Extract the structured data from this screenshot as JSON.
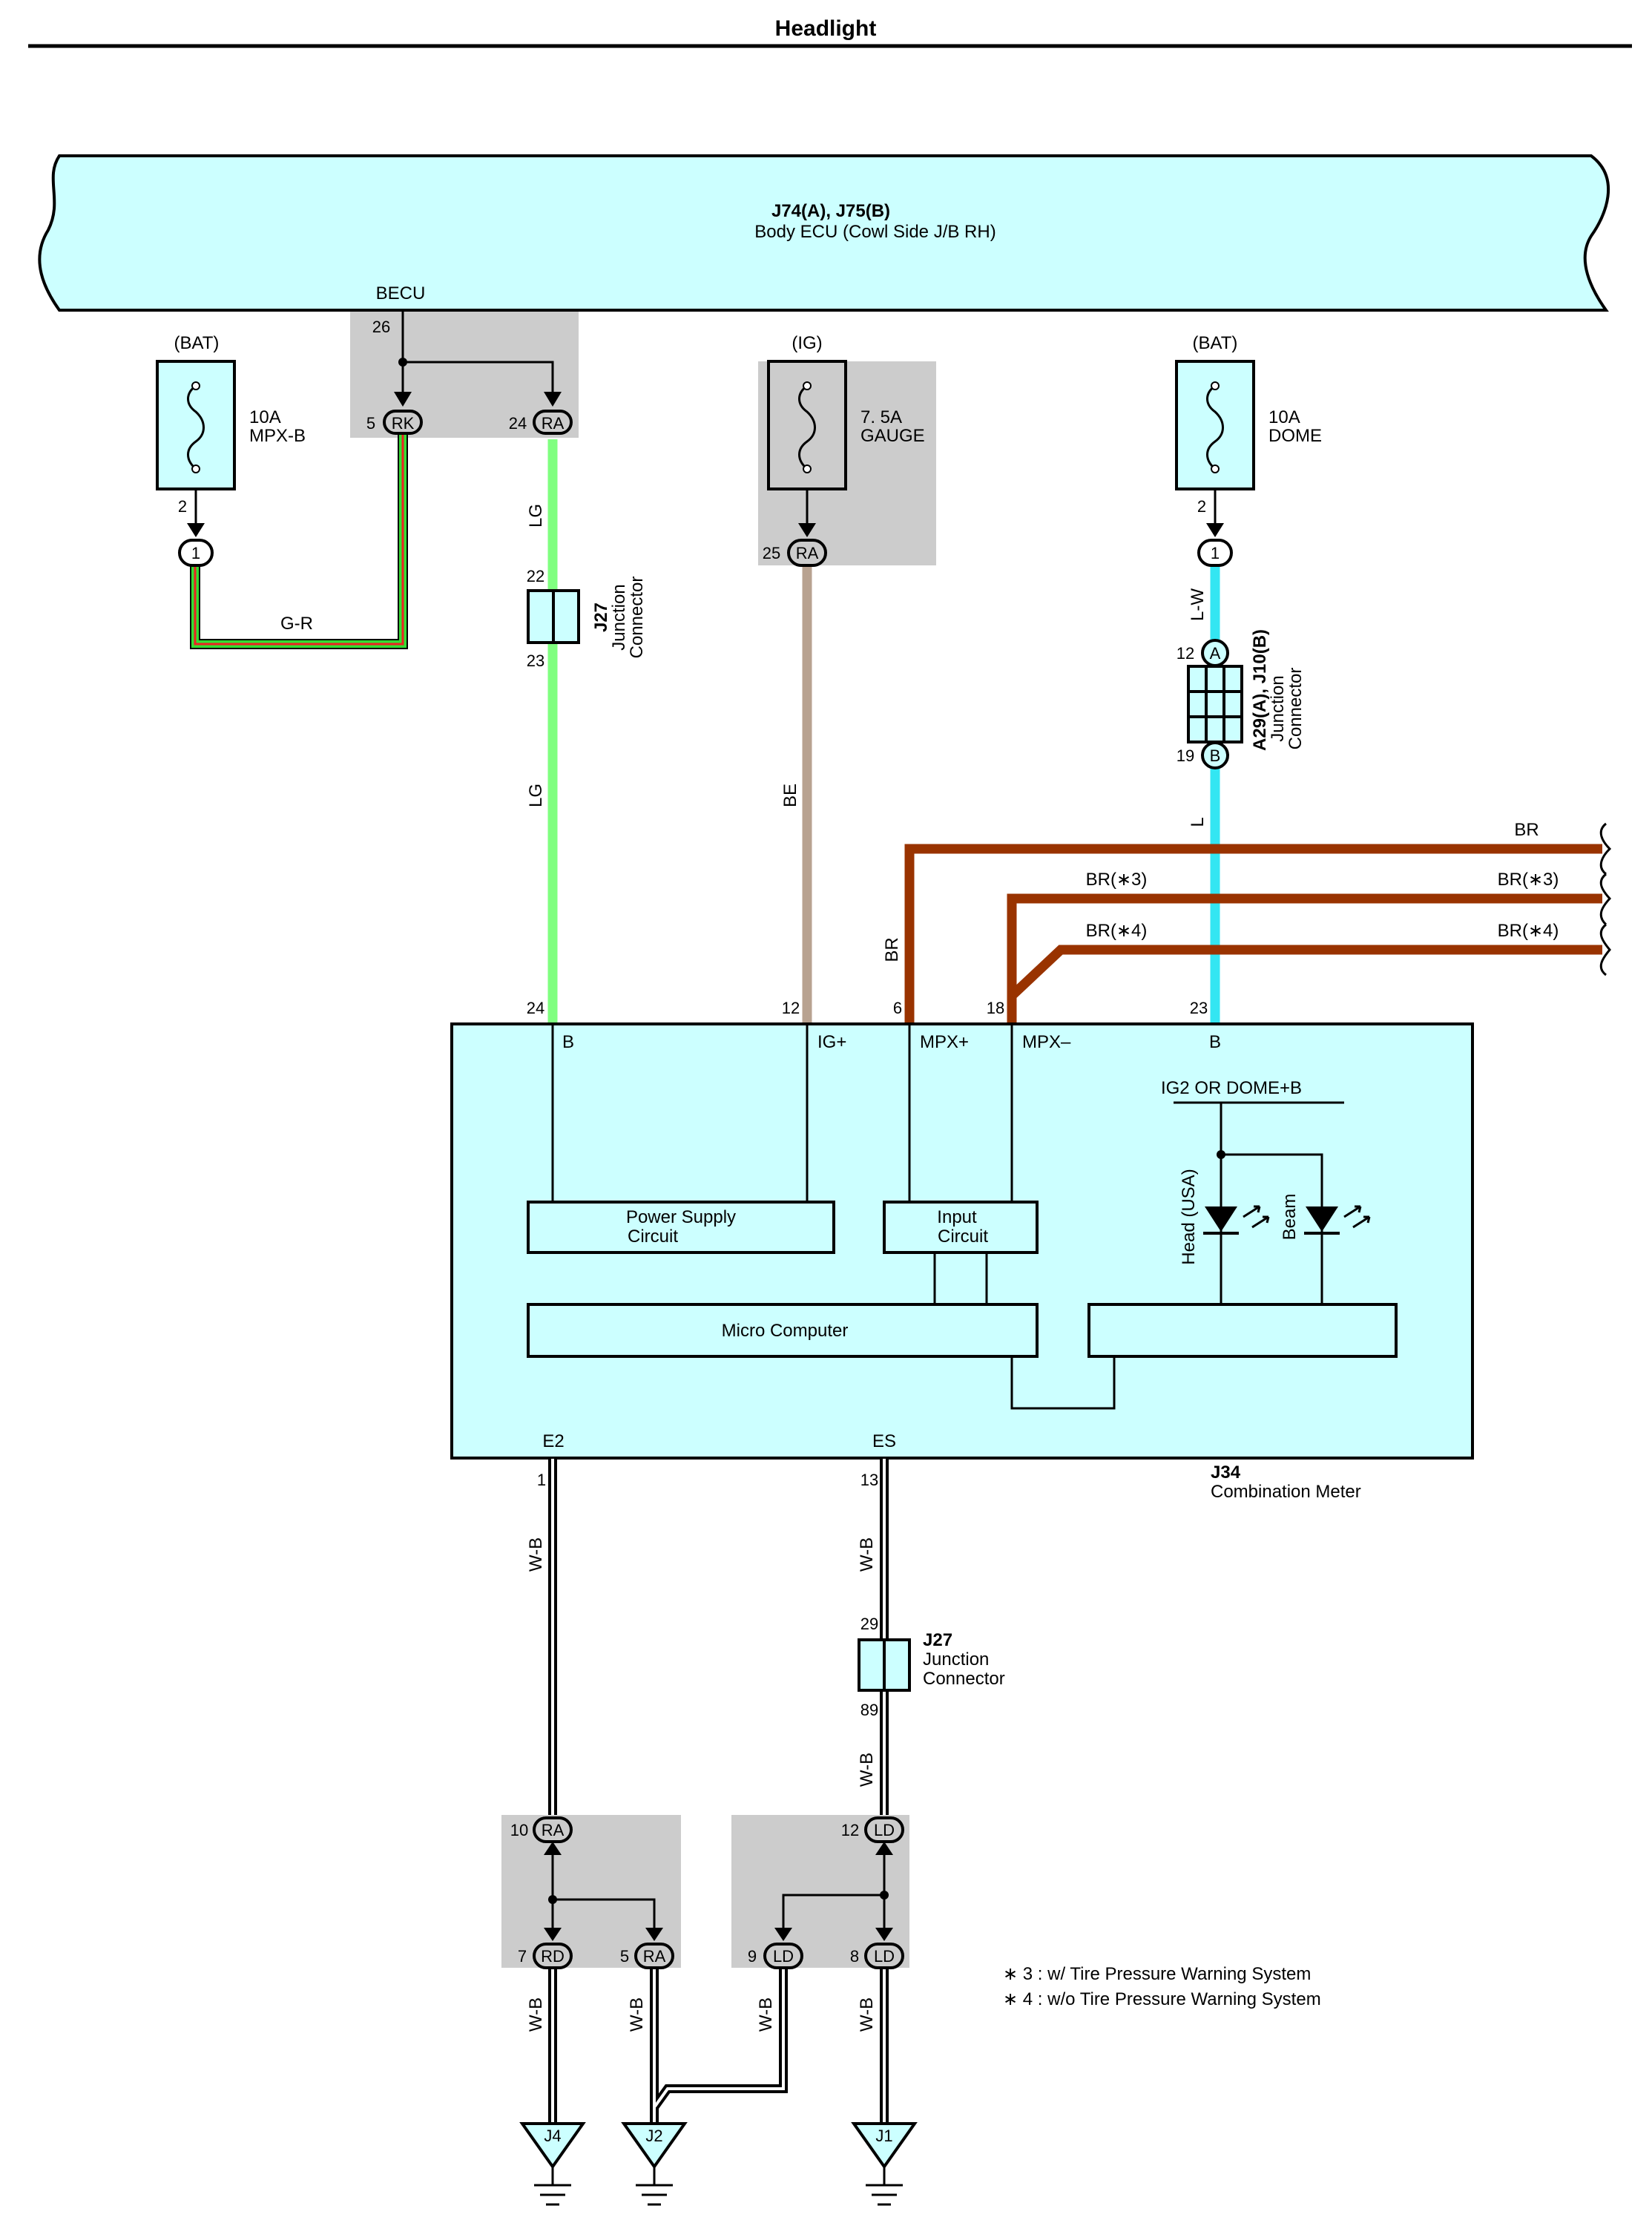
{
  "title": "Headlight",
  "ecu": {
    "ref": "J74(A), J75(B)",
    "name": "Body ECU (Cowl Side J/B RH)",
    "becu_label": "BECU",
    "becu_pin": "26",
    "rk_pin": "5",
    "rk_conn": "RK",
    "ra_pin": "24",
    "ra_conn": "RA"
  },
  "fuse_mpxb": {
    "source": "(BAT)",
    "rating": "10A",
    "name": "MPX-B",
    "pin": "2",
    "conn": "1"
  },
  "fuse_gauge": {
    "source": "(IG)",
    "rating": "7. 5A",
    "name": "GAUGE",
    "pin": "25",
    "conn": "RA"
  },
  "fuse_dome": {
    "source": "(BAT)",
    "rating": "10A",
    "name": "DOME",
    "pin": "2",
    "conn": "1"
  },
  "wires": {
    "gr": "G-R",
    "lg1": "LG",
    "lg2": "LG",
    "be": "BE",
    "lw": "L-W",
    "l": "L",
    "br_vert": "BR",
    "br_right": "BR",
    "br3_left": "BR(∗3)",
    "br3_right": "BR(∗3)",
    "br4_left": "BR(∗4)",
    "br4_right": "BR(∗4)",
    "wb1": "W-B",
    "wb2": "W-B",
    "wb3": "W-B",
    "wb4": "W-B",
    "wb5": "W-B",
    "wb6": "W-B"
  },
  "jc_j27_top": {
    "ref": "J27",
    "line1": "Junction",
    "line2": "Connector",
    "pin_in": "22",
    "pin_out": "23"
  },
  "jc_a29": {
    "ref": "A29(A), J10(B)",
    "line1": "Junction",
    "line2": "Connector",
    "pin_in": "12",
    "conn_in": "A",
    "pin_out": "19",
    "conn_out": "B"
  },
  "meter": {
    "ref": "J34",
    "name": "Combination Meter",
    "pins": {
      "b_pin": "24",
      "ig_pin": "12",
      "mpxp_pin": "6",
      "mpxm_pin": "18",
      "b2_pin": "23",
      "e2_pin": "1",
      "es_pin": "13"
    },
    "terms": {
      "b": "B",
      "ig": "IG+",
      "mpxp": "MPX+",
      "mpxm": "MPX–",
      "b2": "B",
      "e2": "E2",
      "es": "ES"
    },
    "power_supply": [
      "Power Supply",
      "Circuit"
    ],
    "input_circuit": [
      "Input",
      "Circuit"
    ],
    "micro": "Micro Computer",
    "ig2": "IG2 OR DOME+B",
    "head": "Head (USA)",
    "beam": "Beam"
  },
  "jc_j27_bottom": {
    "ref": "J27",
    "line1": "Junction",
    "line2": "Connector",
    "pin_in": "29",
    "pin_out": "89"
  },
  "splice_left": {
    "in_pin": "10",
    "in_conn": "RA",
    "out1_pin": "7",
    "out1_conn": "RD",
    "out2_pin": "5",
    "out2_conn": "RA"
  },
  "splice_right": {
    "in_pin": "12",
    "in_conn": "LD",
    "out1_pin": "9",
    "out1_conn": "LD",
    "out2_pin": "8",
    "out2_conn": "LD"
  },
  "grounds": [
    "J4",
    "J2",
    "J1"
  ],
  "notes": [
    "∗ 3 : w/ Tire Pressure Warning System",
    "∗ 4 : w/o Tire Pressure Warning System"
  ],
  "colors": {
    "panel": "#ccffff",
    "splice": "#cccccc",
    "lg": "#80ff80",
    "be": "#b8a290",
    "lw": "#33e6f2",
    "br": "#993300",
    "gr_green": "#33dd33",
    "gr_red": "#ee2222"
  }
}
